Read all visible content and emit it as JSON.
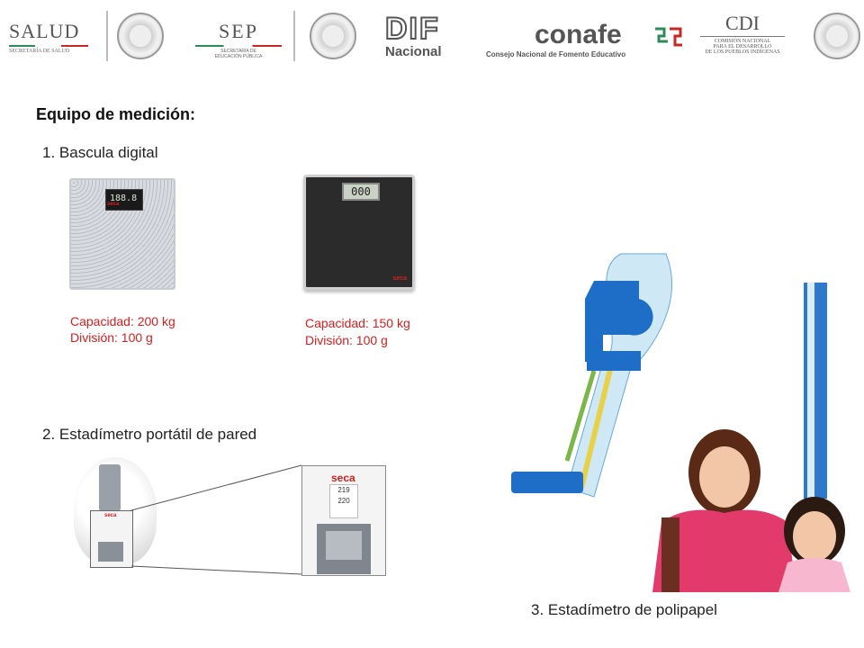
{
  "header": {
    "salud": {
      "name": "SALUD",
      "sub": "SECRETARÍA DE SALUD"
    },
    "sep": {
      "name": "SEP",
      "sub1": "SECRETARÍA DE",
      "sub2": "EDUCACIÓN PÚBLICA"
    },
    "dif": {
      "name": "DIF",
      "sub": "Nacional"
    },
    "conafe": {
      "name": "conafe",
      "sub": "Consejo Nacional de Fomento Educativo"
    },
    "cdi": {
      "name": "CDI",
      "sub1": "COMISIÓN NACIONAL",
      "sub2": "PARA EL DESARROLLO",
      "sub3": "DE LOS PUEBLOS INDÍGENAS"
    }
  },
  "main": {
    "title": "Equipo de medición:",
    "section1": "1. Bascula digital",
    "scale1": {
      "capacity": "Capacidad: 200 kg",
      "division": "División: 100 g",
      "brand": "seca",
      "display": "188.8"
    },
    "scale2": {
      "capacity": "Capacidad: 150 kg",
      "division": "División: 100 g",
      "brand": "seca",
      "display": "000"
    },
    "section2": "2. Estadímetro portátil de pared",
    "stadiometer": {
      "brand": "seca",
      "tick_a": "219",
      "tick_b": "220"
    },
    "section3": "3. Estadímetro de polipapel"
  },
  "colors": {
    "spec_text": "#d32020",
    "tape_blue": "#1e6ec8"
  }
}
